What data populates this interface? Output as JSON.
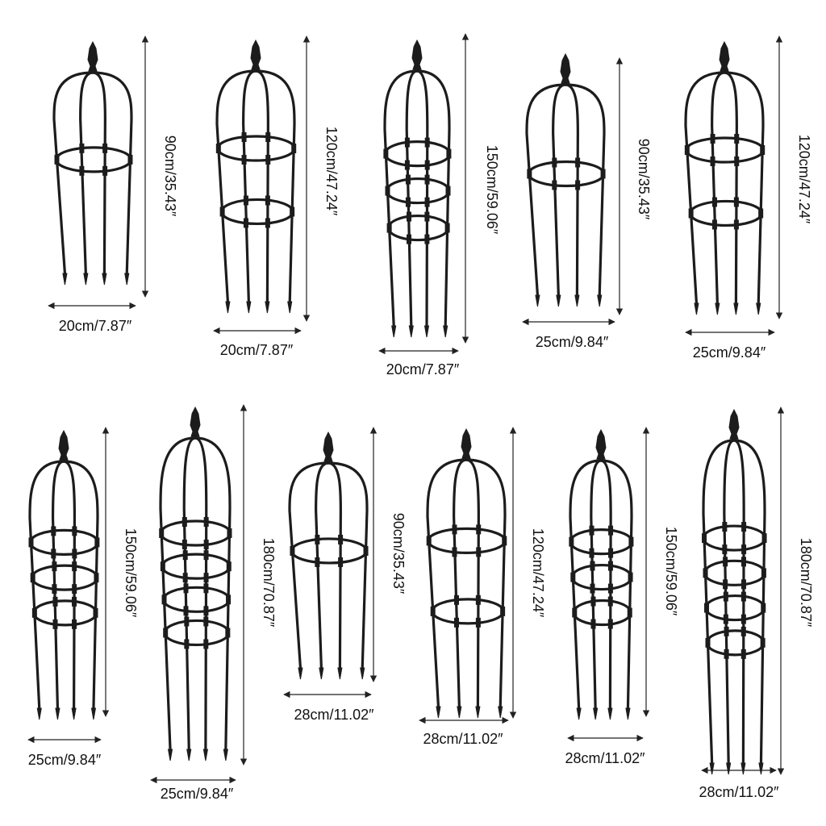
{
  "trellises": [
    {
      "height_label": "90cm/35.43″",
      "width_label": "20cm/7.87″",
      "rings": 1
    },
    {
      "height_label": "120cm/47.24″",
      "width_label": "20cm/7.87″",
      "rings": 2
    },
    {
      "height_label": "150cm/59.06″",
      "width_label": "20cm/7.87″",
      "rings": 3
    },
    {
      "height_label": "90cm/35.43″",
      "width_label": "25cm/9.84″",
      "rings": 1
    },
    {
      "height_label": "120cm/47.24″",
      "width_label": "25cm/9.84″",
      "rings": 2
    },
    {
      "height_label": "150cm/59.06″",
      "width_label": "25cm/9.84″",
      "rings": 3
    },
    {
      "height_label": "180cm/70.87″",
      "width_label": "25cm/9.84″",
      "rings": 4
    },
    {
      "height_label": "90cm/35.43″",
      "width_label": "28cm/11.02″",
      "rings": 1
    },
    {
      "height_label": "120cm/47.24″",
      "width_label": "28cm/11.02″",
      "rings": 2
    },
    {
      "height_label": "150cm/59.06″",
      "width_label": "28cm/11.02″",
      "rings": 3
    },
    {
      "height_label": "180cm/70.87″",
      "width_label": "28cm/11.02″",
      "rings": 4
    }
  ],
  "colors": {
    "frame": "#1c1c1c",
    "arrow": "#222222",
    "label": "#111111",
    "background": "#ffffff"
  }
}
